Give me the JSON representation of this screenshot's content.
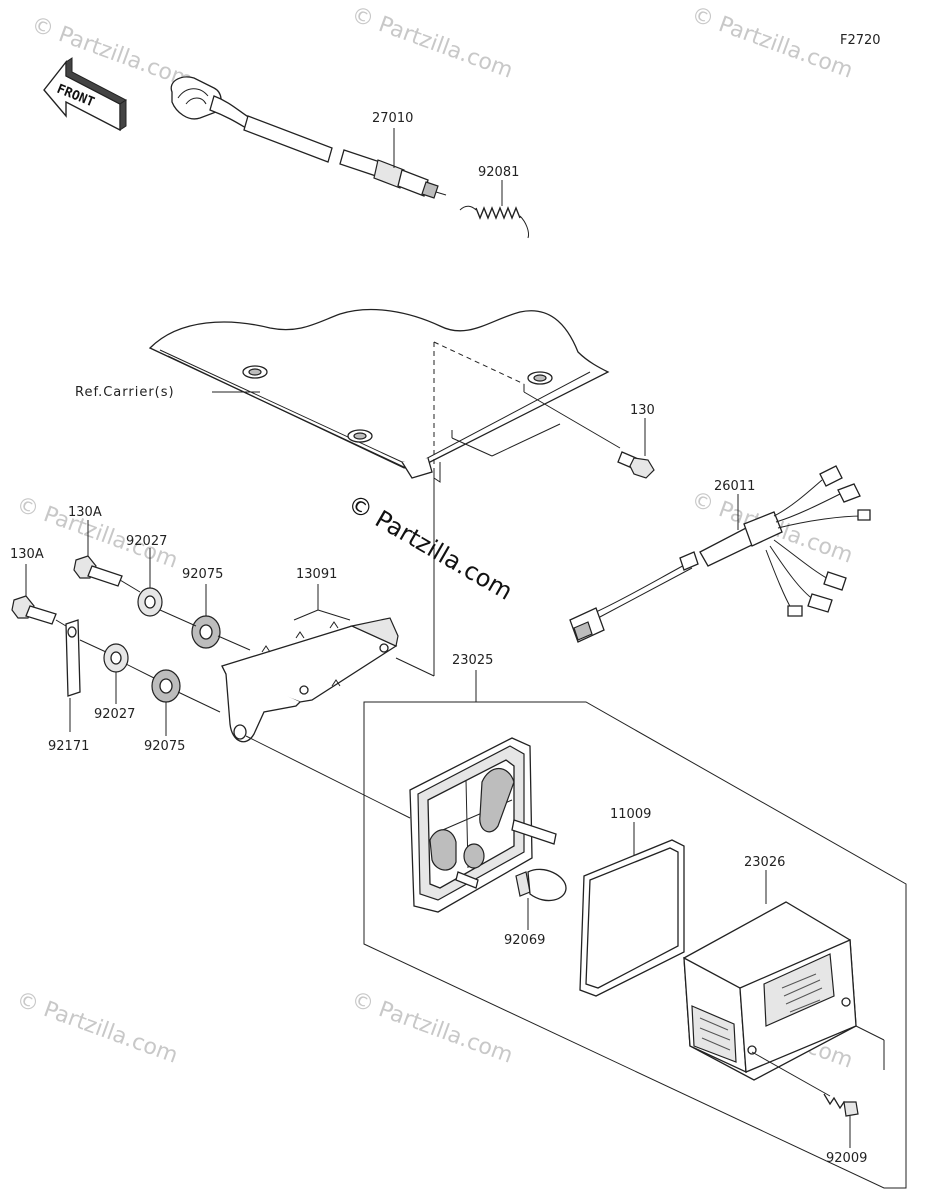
{
  "diagram": {
    "code": "F2720",
    "front_arrow_label": "FRONT",
    "ref_label": "Ref.Carrier(s)",
    "center_watermark": "© Partzilla.com",
    "bg_watermark": "© Partzilla.com",
    "parts": [
      {
        "id": "p27010",
        "number": "27010"
      },
      {
        "id": "p92081",
        "number": "92081"
      },
      {
        "id": "p130",
        "number": "130"
      },
      {
        "id": "p26011",
        "number": "26011"
      },
      {
        "id": "p130A_a",
        "number": "130A"
      },
      {
        "id": "p130A_b",
        "number": "130A"
      },
      {
        "id": "p92027_a",
        "number": "92027"
      },
      {
        "id": "p92027_b",
        "number": "92027"
      },
      {
        "id": "p92075_a",
        "number": "92075"
      },
      {
        "id": "p92075_b",
        "number": "92075"
      },
      {
        "id": "p13091",
        "number": "13091"
      },
      {
        "id": "p92171",
        "number": "92171"
      },
      {
        "id": "p23025",
        "number": "23025"
      },
      {
        "id": "p11009",
        "number": "11009"
      },
      {
        "id": "p23026",
        "number": "23026"
      },
      {
        "id": "p92069",
        "number": "92069"
      },
      {
        "id": "p92009",
        "number": "92009"
      }
    ]
  }
}
